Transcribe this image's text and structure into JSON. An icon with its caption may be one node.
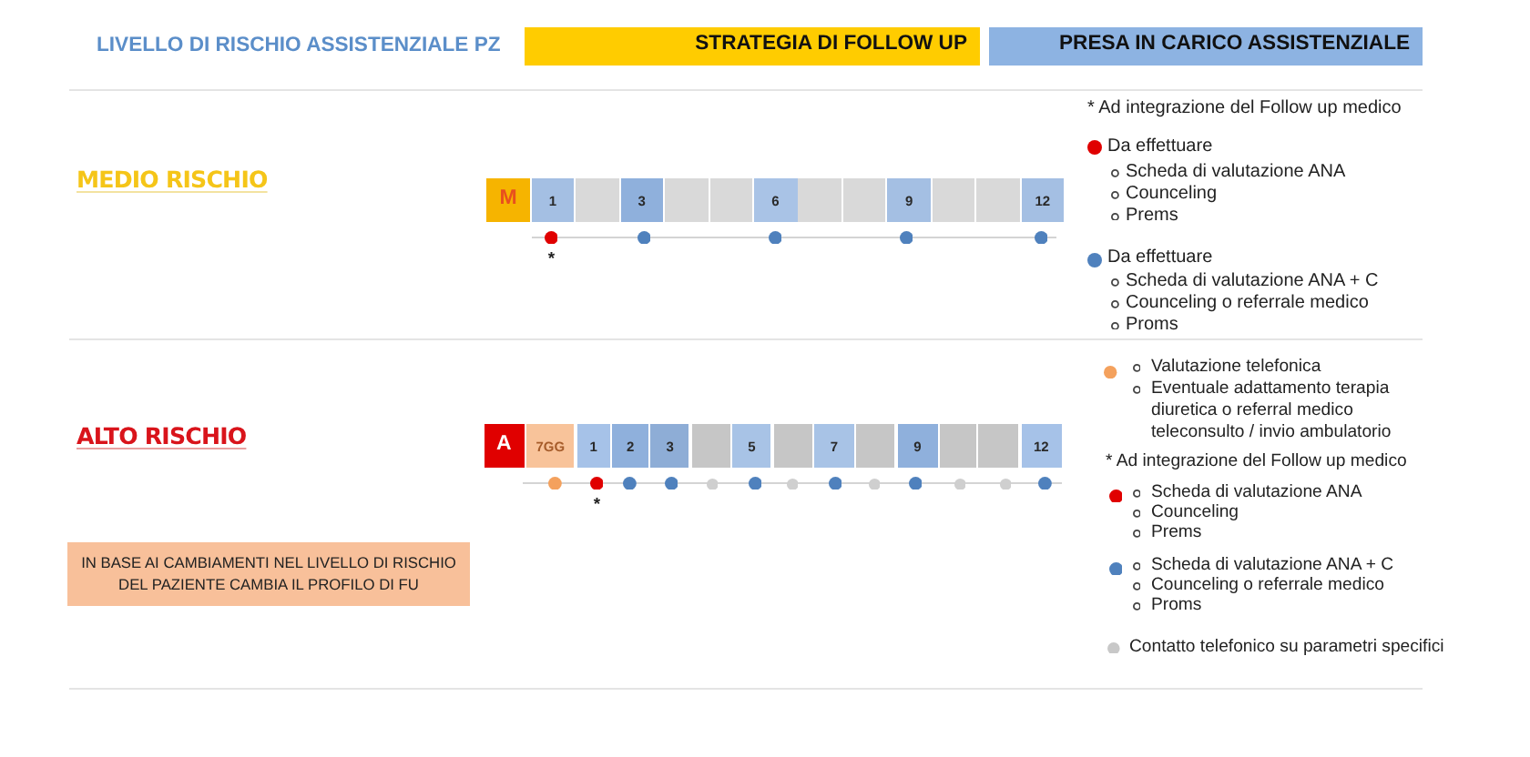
{
  "diagram": {
    "nodes": [
      {
        "text": [
          "STRATEGIA DI FOLLOW UP"
        ]
      },
      {
        "text": [
          "PRESA IN CARICO ASSISTENZIALE"
        ]
      },
      {
        "text": [
          "M"
        ]
      },
      {
        "text": [
          "1"
        ]
      },
      {
        "text": [],
        "shape": "box"
      },
      {
        "text": [
          "3"
        ]
      },
      {
        "text": [],
        "shape": "box"
      },
      {
        "text": [],
        "shape": "box"
      },
      {
        "text": [
          "6"
        ]
      },
      {
        "text": [],
        "shape": "box"
      },
      {
        "text": [],
        "shape": "box"
      },
      {
        "text": [
          "9"
        ]
      },
      {
        "text": [],
        "shape": "box"
      },
      {
        "text": [],
        "shape": "box"
      },
      {
        "text": [
          "12"
        ]
      },
      {
        "text": [],
        "shape": "circle",
        "beside": [
          "*"
        ]
      },
      {
        "text": [],
        "shape": "circle"
      },
      {
        "text": [],
        "shape": "circle"
      },
      {
        "text": [],
        "shape": "circle"
      },
      {
        "text": [],
        "shape": "circle"
      },
      {
        "text": [
          "A"
        ]
      },
      {
        "text": [
          "7GG"
        ]
      },
      {
        "text": [
          "1"
        ]
      },
      {
        "text": [
          "2"
        ]
      },
      {
        "text": [
          "3"
        ]
      },
      {
        "text": [],
        "shape": "box"
      },
      {
        "text": [
          "5"
        ]
      },
      {
        "text": [],
        "shape": "box"
      },
      {
        "text": [
          "7"
        ]
      },
      {
        "text": [],
        "shape": "box"
      },
      {
        "text": [
          "9"
        ]
      },
      {
        "text": [],
        "shape": "box"
      },
      {
        "text": [],
        "shape": "box"
      },
      {
        "text": [
          "12"
        ]
      },
      {
        "text": [],
        "shape": "circle"
      },
      {
        "text": [],
        "shape": "circle",
        "beside": [
          "*"
        ]
      },
      {
        "text": [],
        "shape": "circle"
      },
      {
        "text": [],
        "shape": "circle"
      },
      {
        "text": [],
        "shape": "circle"
      },
      {
        "text": [],
        "shape": "circle"
      },
      {
        "text": [],
        "shape": "circle"
      },
      {
        "text": [],
        "shape": "circle"
      },
      {
        "text": [],
        "shape": "circle"
      },
      {
        "text": [],
        "shape": "circle"
      },
      {
        "text": [],
        "shape": "circle"
      },
      {
        "text": [],
        "shape": "circle"
      },
      {
        "text": [],
        "shape": "circle"
      },
      {
        "text": [
          "IN BASE AI CAMBIAMENTI NEL LIVELLO DI RISCHIO DEL PAZIENTE CAMBIA IL PROFILO DI FU"
        ]
      }
    ],
    "labels": [
      "LIVELLO DI RISCHIO ASSISTENZIALE PZ",
      "MEDIO RISCHIO",
      "ALTO RISCHIO",
      "* Ad integrazione del Follow up medico",
      "Scheda di valutazione ANA",
      "Counceling",
      "Prems",
      "Scheda di valutazione ANA + C",
      "Counceling o referrale medico",
      "Proms",
      "Eventuale adattamento terapia diuretica o referral medico teleconsulto / invio ambulatorio",
      "* Ad integrazione del Follow up medico",
      "Counceling",
      "Prems",
      "Counceling o referrale medico",
      "Proms"
    ],
    "legend": [
      {
        "text": "Da effettuare",
        "color": "#e00000"
      },
      {
        "text": "Da effettuare",
        "color": "#4f81bd"
      },
      {
        "text": "Valutazione telefonica",
        "color": "#f4a15d"
      },
      {
        "text": "Scheda di valutazione ANA",
        "color": "#e00000"
      },
      {
        "text": "Scheda di valutazione ANA + C",
        "color": "#4f81bd"
      },
      {
        "text": "Contatto telefonico su parametri specifici",
        "color": "#c8c8c8"
      }
    ]
  }
}
